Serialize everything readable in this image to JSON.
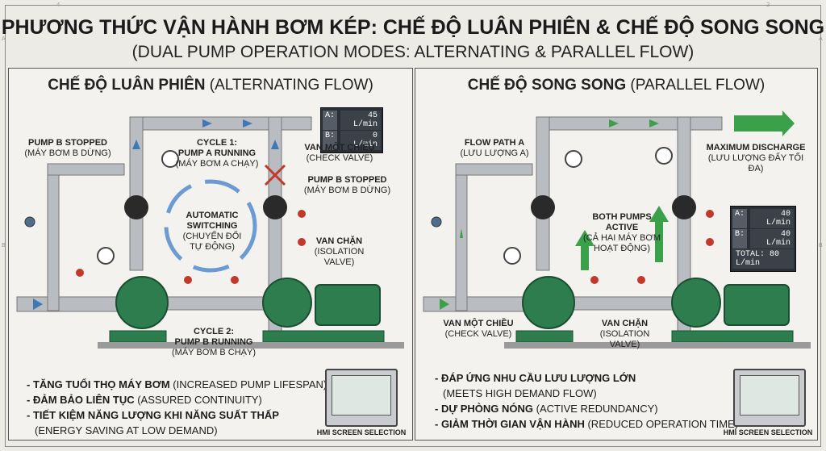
{
  "ruler": {
    "top_left": "4",
    "top_right": "2",
    "left_a": "A",
    "left_b": "B",
    "right_a": "A",
    "right_b": "B"
  },
  "title": "PHƯƠNG THỨC VẬN HÀNH BƠM KÉP: CHẾ ĐỘ LUÂN PHIÊN & CHẾ ĐỘ SONG SONG",
  "subtitle": "(DUAL PUMP OPERATION MODES: ALTERNATING & PARALLEL FLOW)",
  "left": {
    "title_bold": "CHẾ ĐỘ LUÂN PHIÊN",
    "title_rest": "(ALTERNATING FLOW)",
    "readout": {
      "a_key": "A:",
      "a_val": "45 L/min",
      "b_key": "B:",
      "b_val": "0 L/min"
    },
    "labels": {
      "pump_b_stopped_left": {
        "bold": "PUMP B STOPPED",
        "sub": "(MÁY BƠM B DỪNG)"
      },
      "cycle1": {
        "bold1": "CYCLE 1:",
        "bold2": "PUMP A RUNNING",
        "sub": "(MÁY BƠM A CHẠY)"
      },
      "check_valve": {
        "bold": "VAN MỘT CHIỀU",
        "sub": "(CHECK VALVE)"
      },
      "pump_b_stopped_right": {
        "bold": "PUMP B STOPPED",
        "sub": "(MÁY BƠM B DỪNG)"
      },
      "auto_switch": {
        "bold1": "AUTOMATIC",
        "bold2": "SWITCHING",
        "sub1": "(CHUYỂN ĐỔI",
        "sub2": "TỰ ĐỘNG)"
      },
      "isolation": {
        "bold": "VAN CHẶN",
        "sub": "(ISOLATION VALVE)"
      },
      "cycle2": {
        "bold1": "CYCLE 2:",
        "bold2": "PUMP B RUNNING",
        "sub": "(MÁY BƠM B CHẠY)"
      }
    },
    "bullets": [
      {
        "bold": "- TĂNG TUỔI THỌ MÁY BƠM",
        "rest": " (INCREASED PUMP LIFESPAN)"
      },
      {
        "bold": "- ĐẢM BẢO LIÊN TỤC",
        "rest": " (ASSURED CONTINUITY)"
      },
      {
        "bold": "- TIẾT KIỆM NĂNG LƯỢNG KHI NĂNG SUẤT THẤP",
        "rest": ""
      },
      {
        "bold": "",
        "rest": "(ENERGY SAVING AT LOW DEMAND)"
      }
    ],
    "hmi_label": "HMI SCREEN SELECTION"
  },
  "right": {
    "title_bold": "CHẾ ĐỘ SONG SONG",
    "title_rest": "(PARALLEL FLOW)",
    "readout": {
      "a_key": "A:",
      "a_val": "40 L/min",
      "b_key": "B:",
      "b_val": "40 L/min",
      "total": "TOTAL: 80 L/min"
    },
    "labels": {
      "flow_path_a": {
        "bold": "FLOW PATH A",
        "sub": "(LƯU LƯỢNG A)"
      },
      "max_discharge": {
        "bold": "MAXIMUM DISCHARGE",
        "sub": "(LƯU LƯỢNG ĐẨY TỐI ĐA)"
      },
      "both_active": {
        "bold1": "BOTH PUMPS",
        "bold2": "ACTIVE",
        "sub1": "(CẢ HAI MÁY BƠM",
        "sub2": "HOẠT ĐỘNG)"
      },
      "check_valve": {
        "bold": "VAN MỘT CHIỀU",
        "sub": "(CHECK VALVE)"
      },
      "isolation": {
        "bold": "VAN CHẶN",
        "sub": "(ISOLATION VALVE)"
      }
    },
    "bullets": [
      {
        "bold": "- ĐÁP ỨNG NHU CẦU LƯU LƯỢNG LỚN",
        "rest": ""
      },
      {
        "bold": "",
        "rest": "(MEETS HIGH DEMAND FLOW)"
      },
      {
        "bold": "- DỰ PHÒNG NÓNG",
        "rest": " (ACTIVE REDUNDANCY)"
      },
      {
        "bold": "- GIẢM THỜI GIAN VẬN HÀNH",
        "rest": " (REDUCED OPERATION TIME)"
      }
    ],
    "hmi_label": "HMI SCREEN SELECTION"
  },
  "colors": {
    "pump_green": "#2e7d4f",
    "pipe": "#b9bcc0",
    "arrow_blue": "#3f78b5",
    "arrow_green": "#3aa04a",
    "valve_red": "#c0392b"
  }
}
